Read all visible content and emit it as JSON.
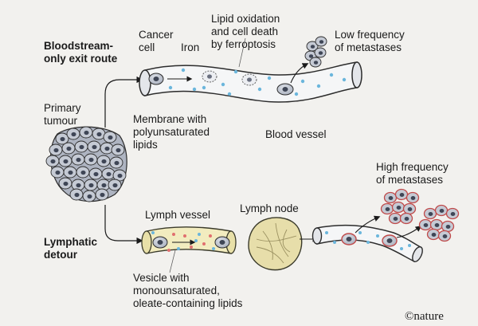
{
  "routes": {
    "bloodstream": "Bloodstream-\nonly exit route",
    "lymphatic": "Lymphatic\ndetour"
  },
  "labels": {
    "primary_tumour": "Primary\ntumour",
    "cancer_cell": "Cancer\ncell",
    "iron": "Iron",
    "lipid_oxidation": "Lipid oxidation\nand cell death\nby ferroptosis",
    "low_frequency": "Low frequency\nof metastases",
    "membrane": "Membrane with\npolyunsaturated\nlipids",
    "blood_vessel": "Blood vessel",
    "lymph_vessel": "Lymph vessel",
    "lymph_node": "Lymph node",
    "high_frequency": "High frequency\nof metastases",
    "vesicle": "Vesicle with\nmonounsaturated,\noleate-containing lipids"
  },
  "logo": "©nature",
  "colors": {
    "background": "#f2f1ee",
    "cell_fill": "#c9ced8",
    "cell_nucleus": "#3f4656",
    "vessel_fill": "#f5f6f7",
    "vessel_stroke": "#2c2c2c",
    "iron_dot": "#6bb6dc",
    "vesicle_dot": "#e06f6f",
    "lymph_fill": "#f2ecbf",
    "metastasis_ring": "#d86a6a"
  }
}
